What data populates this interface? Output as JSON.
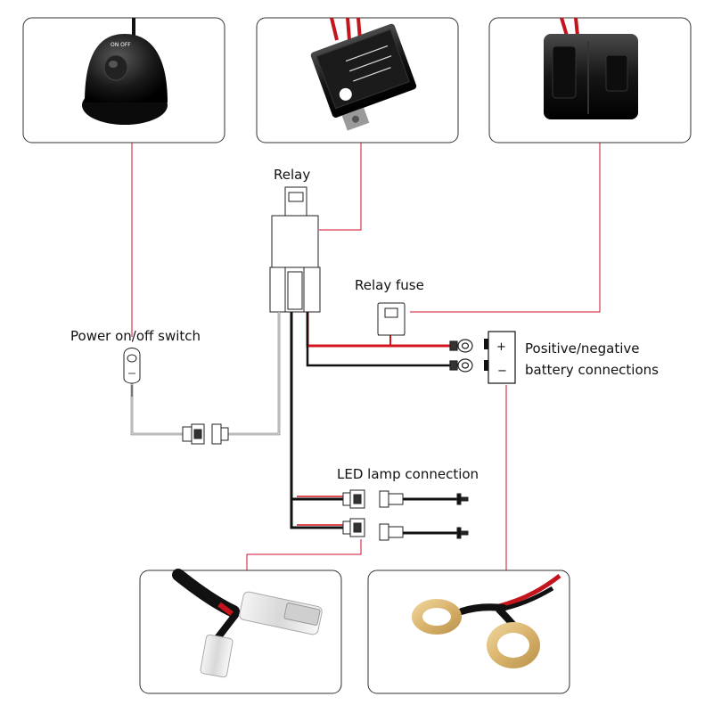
{
  "labels": {
    "relay": "Relay",
    "relay_fuse": "Relay fuse",
    "power_switch": "Power on/off switch",
    "battery_line1": "Positive/negative",
    "battery_line2": "battery connections",
    "led_lamp": "LED lamp connection",
    "plus": "+",
    "minus": "−",
    "switch_print": "ON OFF"
  },
  "colors": {
    "callout_line": "#c8102e",
    "wire_red": "#d4141c",
    "wire_black": "#111111",
    "panel_border": "#333333",
    "ring_terminal": "#d9b36c"
  }
}
